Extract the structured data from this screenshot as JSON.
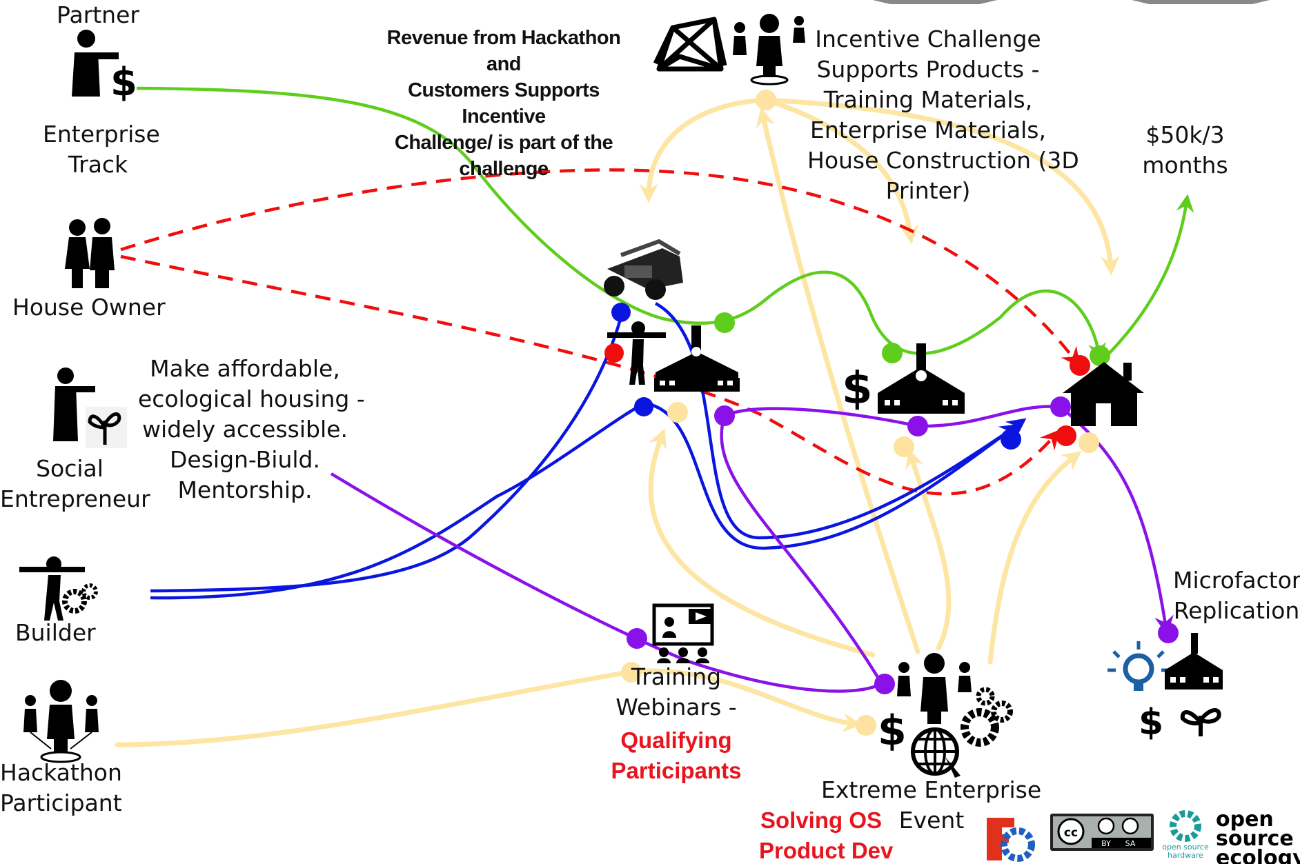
{
  "actors": {
    "partner_top": "Partner",
    "enterprise_track": [
      "Enterprise",
      "Track"
    ],
    "house_owner": "House Owner",
    "social_entrepreneur": [
      "Social",
      "Entrepreneur"
    ],
    "builder": "Builder",
    "hackathon_participant": [
      "Hackathon",
      "Participant"
    ]
  },
  "notes": {
    "revenue": [
      "Revenue from Hackathon and",
      "Customers Supports Incentive",
      "Challenge/ is part of the",
      "challenge"
    ],
    "incentive": [
      "Incentive Challenge",
      "Supports Products -",
      "Training Materials,",
      "Enterprise Materials,",
      "House Construction (3D",
      "Printer)"
    ],
    "budget": [
      "$50k/3",
      "months"
    ],
    "mission": [
      "Make affordable,",
      "ecological housing  -",
      "widely accessible.",
      "Design-Biuld.",
      "Mentorship."
    ],
    "microfactory": [
      "Microfactory",
      "Replication"
    ],
    "training": [
      "Training",
      "Webinars -"
    ],
    "qualifying": [
      "Qualifying",
      "Participants"
    ],
    "extreme": [
      "Extreme Enterprise",
      "Event"
    ],
    "solving": [
      "Solving OS",
      "Product Dev"
    ]
  },
  "logos": {
    "cc_badge": "cc",
    "cc_by": "BY",
    "cc_sa": "SA",
    "osh": [
      "open source",
      "hardware"
    ],
    "ose": [
      "open",
      "source",
      "ecology"
    ]
  },
  "colors": {
    "green": "#5fcd1c",
    "red": "#f00d0d",
    "blue": "#0a16e0",
    "purple": "#8a12e8",
    "yellow": "#fde5a3",
    "yellow_dot": "#fde2a0"
  }
}
